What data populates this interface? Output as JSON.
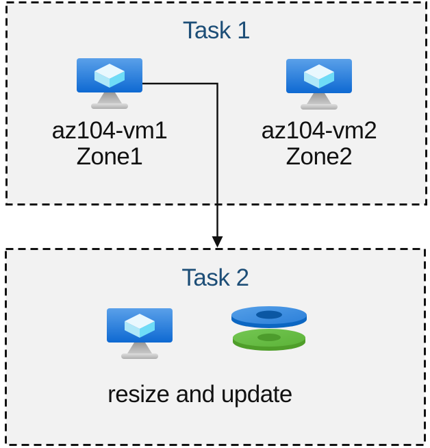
{
  "diagram": {
    "task1": {
      "title": "Task 1",
      "vm1": {
        "name": "az104-vm1",
        "zone": "Zone1",
        "icon": "virtual-machine-icon"
      },
      "vm2": {
        "name": "az104-vm2",
        "zone": "Zone2",
        "icon": "virtual-machine-icon"
      }
    },
    "task2": {
      "title": "Task 2",
      "caption": "resize and update",
      "icons": [
        "virtual-machine-icon",
        "disks-icon"
      ]
    },
    "connector": {
      "shape": "elbow-arrow-down",
      "from_icon": "virtual-machine-icon",
      "points_to": "Task 2"
    },
    "colors": {
      "title_text": "#1d4e77",
      "box_fill": "#f2f2f2",
      "box_border": "#111111",
      "label_text": "#111111",
      "vm_screen_top": "#5aa0e9",
      "vm_screen_bottom": "#0e69d2",
      "disk_blue_side": "#0c66c2",
      "disk_blue_hole": "#0b57a3",
      "disk_green_side": "#4f9e2a",
      "disk_green_hole": "#4d9c2c"
    }
  }
}
